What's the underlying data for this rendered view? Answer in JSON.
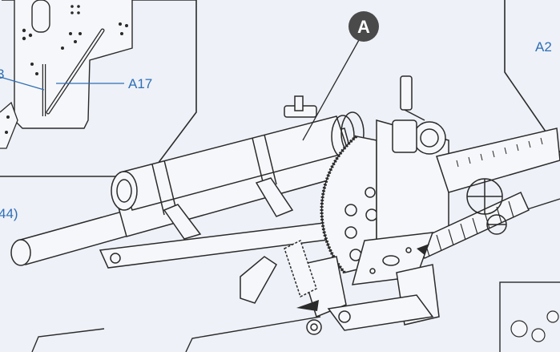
{
  "diagram": {
    "step_badge": "A",
    "callouts": {
      "left_panel_part": "A17",
      "left_panel_partial_number": "3",
      "side_note_partial": "44)",
      "right_panel_partial": "A2"
    }
  },
  "colors": {
    "background": "#eef1f7",
    "line": "#2a2a2a",
    "callout_text": "#2f6fb6",
    "callout_line": "#2f6fb6",
    "badge_fill": "#4a4a4a",
    "badge_text": "#ffffff"
  }
}
